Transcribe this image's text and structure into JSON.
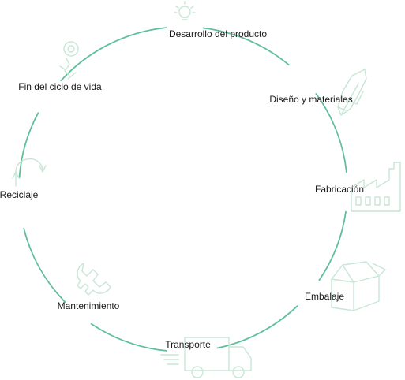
{
  "colors": {
    "arc": "#5fbf9a",
    "icon": "#c8e6d6",
    "text": "#1a1a1a",
    "background": "#ffffff"
  },
  "stages": [
    {
      "id": "desarrollo",
      "label": "Desarrollo del producto",
      "icon": "lightbulb-icon"
    },
    {
      "id": "diseno",
      "label": "Diseño y materiales",
      "icon": "leaf-icon"
    },
    {
      "id": "fabricacion",
      "label": "Fabricación",
      "icon": "factory-icon"
    },
    {
      "id": "embalaje",
      "label": "Embalaje",
      "icon": "box-icon"
    },
    {
      "id": "transporte",
      "label": "Transporte",
      "icon": "truck-icon"
    },
    {
      "id": "mantenimiento",
      "label": "Mantenimiento",
      "icon": "wrench-icon"
    },
    {
      "id": "reciclaje",
      "label": "Reciclaje",
      "icon": "recycle-icon"
    },
    {
      "id": "fin",
      "label": "Fin del ciclo de vida",
      "icon": "broken-bulb-icon"
    }
  ]
}
